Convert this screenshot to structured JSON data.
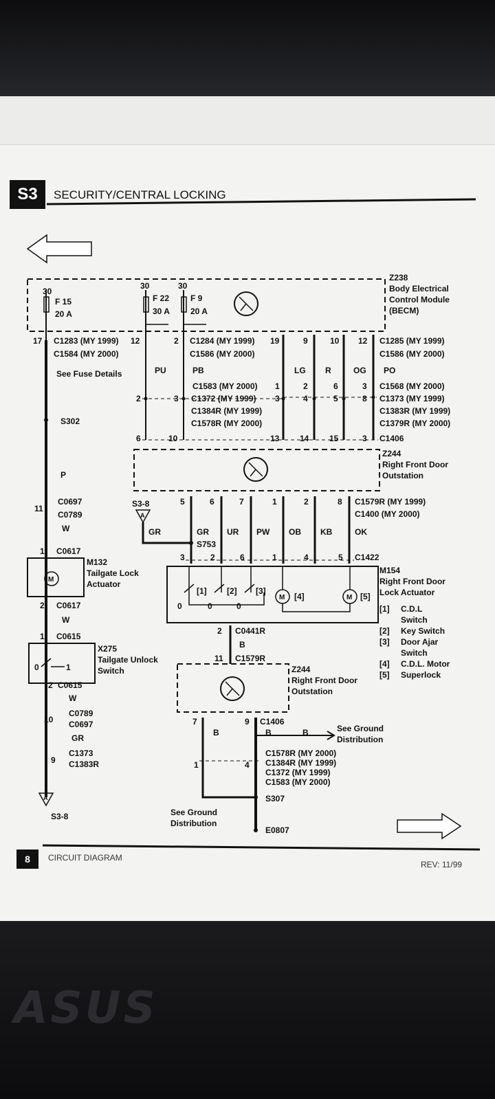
{
  "header": {
    "section_tag": "S3",
    "section_title": "SECURITY/CENTRAL LOCKING"
  },
  "footer": {
    "page_number": "8",
    "label": "CIRCUIT DIAGRAM",
    "revision": "REV: 11/99"
  },
  "device": {
    "logo": "ASUS"
  },
  "becm": {
    "id": "Z238",
    "name1": "Body Electrical",
    "name2": "Control Module",
    "name3": "(BECM)",
    "fuses": [
      {
        "pin": "30",
        "name": "F 15",
        "rating": "20 A"
      },
      {
        "pin": "30",
        "name": "F 22",
        "rating": "30 A"
      },
      {
        "pin": "30",
        "name": "F 9",
        "rating": "20 A"
      }
    ]
  },
  "becm_connectors_left": {
    "pin_a": "17",
    "pin_b": "12",
    "c1": "C1283  (MY 1999)",
    "c2": "C1584  (MY 2000)",
    "note": "See Fuse Details"
  },
  "becm_connectors_mid": {
    "pin_a": "2",
    "pin_b": "19",
    "c1": "C1284  (MY 1999)",
    "c2": "C1586  (MY 2000)"
  },
  "becm_connectors_right": {
    "pin_a": "12",
    "c1": "C1285  (MY 1999)",
    "c2": "C1586  (MY 2000)"
  },
  "pins_row_top": {
    "p9": "9",
    "p10": "10"
  },
  "wire_colors_top": [
    "PU",
    "PB",
    "LG",
    "R",
    "OG",
    "PO"
  ],
  "inline_connectors": {
    "left": [
      "C1583  (MY 2000)",
      "C1372  (MY 1999)",
      "C1384R  (MY 1999)",
      "C1578R  (MY 2000)"
    ],
    "right": [
      "C1568  (MY 2000)",
      "C1373  (MY 1999)",
      "C1383R  (MY 1999)",
      "C1379R  (MY 2000)"
    ],
    "pins": {
      "a": "2",
      "b": "3",
      "c": "1",
      "d": "3",
      "e": "2",
      "f": "4",
      "g": "6",
      "h": "5",
      "i": "3",
      "j": "8"
    }
  },
  "c1406_row": {
    "connector": "C1406",
    "pins": [
      "6",
      "10",
      "13",
      "14",
      "15",
      "3"
    ]
  },
  "splice_s302": "S302",
  "wire_p": "P",
  "z244_top": {
    "id": "Z244",
    "name1": "Right Front Door",
    "name2": "Outstation"
  },
  "c0697_block": {
    "pin": "11",
    "c1": "C0697",
    "c2": "C0789",
    "wire": "W"
  },
  "s3_8_top": {
    "ref": "S3-8",
    "letter": "A",
    "wire": "GR"
  },
  "c1579_row": {
    "c1": "C1579R  (MY 1999)",
    "c2": "C1400   (MY 2000)",
    "pins": [
      "5",
      "6",
      "7",
      "1",
      "2",
      "8"
    ],
    "wires": [
      "GR",
      "UR",
      "PW",
      "OB",
      "KB",
      "OK"
    ]
  },
  "splice_s753": "S753",
  "c1422_row": {
    "connector": "C1422",
    "pins": [
      "3",
      "2",
      "6",
      "1",
      "4",
      "5"
    ]
  },
  "m132": {
    "pin_top": "1",
    "conn_top": "C0617",
    "id": "M132",
    "name1": "Tailgate Lock",
    "name2": "Actuator",
    "pin_bot": "2",
    "conn_bot": "C0617",
    "wire": "W",
    "motor": "M"
  },
  "c0615_top": {
    "pin": "1",
    "conn": "C0615"
  },
  "x275": {
    "id": "X275",
    "name1": "Tailgate Unlock",
    "name2": "Switch",
    "pos0": "0",
    "pos1": "1",
    "pin_bot": "2",
    "conn_bot": "C0615",
    "wire": "W"
  },
  "m154": {
    "id": "M154",
    "name1": "Right Front Door",
    "name2": "Lock Actuator",
    "tags": [
      "[1]",
      "[2]",
      "[3]",
      "[4]",
      "[5]"
    ],
    "switch_positions": [
      "0",
      "0",
      "0"
    ],
    "motor": "M",
    "legend": [
      {
        "tag": "[1]",
        "text": "C.D.L",
        "text2": "Switch"
      },
      {
        "tag": "[2]",
        "text": "Key Switch",
        "text2": ""
      },
      {
        "tag": "[3]",
        "text": "Door Ajar",
        "text2": "Switch"
      },
      {
        "tag": "[4]",
        "text": "C.D.L. Motor",
        "text2": ""
      },
      {
        "tag": "[5]",
        "text": "Superlock",
        "text2": ""
      }
    ]
  },
  "c0441_block": {
    "pin_top": "2",
    "conn_top": "C0441R",
    "wire": "B",
    "pin_bot": "11",
    "conn_bot": "C1579R"
  },
  "z244_bottom": {
    "id": "Z244",
    "name1": "Right Front Door",
    "name2": "Outstation"
  },
  "c0789_block": {
    "pin": "10",
    "c1": "C0789",
    "c2": "C0697",
    "wire": "GR"
  },
  "c1373_block": {
    "pin": "9",
    "c1": "C1373",
    "c2": "C1383R"
  },
  "s3_8_bottom": {
    "ref": "S3-8",
    "letter": "A"
  },
  "ground_block": {
    "pin_left": "7",
    "pin_right": "9",
    "conn": "C1406",
    "wire_left": "B",
    "wire_mid": "B",
    "wire_right": "B",
    "see_ground1": "See Ground",
    "see_ground2": "Distribution",
    "pin_a": "1",
    "pin_b": "4",
    "conns": [
      "C1578R  (MY 2000)",
      "C1384R  (MY 1999)",
      "C1372   (MY 1999)",
      "C1583   (MY 2000)"
    ],
    "splice": "S307",
    "earth": "E0807",
    "see_ground_bottom1": "See Ground",
    "see_ground_bottom2": "Distribution"
  }
}
